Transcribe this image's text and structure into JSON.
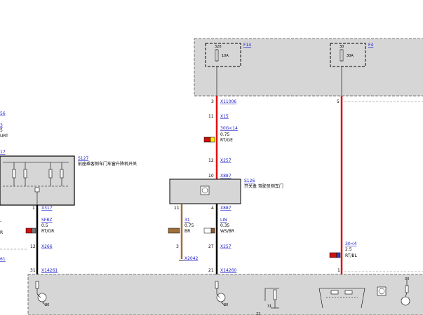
{
  "fuses": {
    "f14": {
      "link": "F14",
      "top": "320",
      "rating": "10A"
    },
    "f4": {
      "link": "F4",
      "top": "30",
      "rating": "30A"
    }
  },
  "left_edge": {
    "lbl_56": "56",
    "lbl_3": "3",
    "lbl_5": "5",
    "lbl_urt": "URT",
    "lbl_17": "17",
    "lbl_dash": "-",
    "lbl_r": "R",
    "lbl_61": "61"
  },
  "switch_s127": {
    "link": "S127",
    "desc": "前座乘客侧车门车窗升降机开关"
  },
  "switch_s126": {
    "link": "S126",
    "desc": "开关盒 驾驶员侧车门"
  },
  "wire_left": {
    "pin_top": "1",
    "conn_top": "X317",
    "signal": "SFBZ",
    "gauge": "0.5",
    "color": "RT/GR",
    "pin_mid": "12",
    "conn_mid": "X266",
    "pin_bot": "31",
    "conn_bot": "X14261"
  },
  "wire_center": {
    "pin_3": "3",
    "conn_11006": "X11006",
    "pin_11": "11",
    "conn_15": "X15",
    "signal": "30G<14",
    "gauge": "0.75",
    "color": "RT/GE",
    "pin_12": "12",
    "conn_257a": "X257",
    "pin_10": "10",
    "conn_887a": "X887"
  },
  "wire_brown": {
    "pin_11": "11",
    "signal": "31",
    "gauge": "0.75",
    "color": "BR",
    "pin_3": "3",
    "conn_2042": "X2042"
  },
  "wire_lin": {
    "pin_4": "4",
    "conn_887": "X887",
    "signal": "LIN",
    "gauge": "0.35",
    "color": "WS/BR",
    "pin_27": "27",
    "conn_257": "X257",
    "pin_21": "21",
    "conn_14260": "X14260"
  },
  "wire_right": {
    "pin_5": "5",
    "signal": "30<4",
    "gauge": "2.5",
    "color": "RT/BL",
    "pin_1": "1"
  },
  "bottom_module": {
    "lbl_30a": "30",
    "lbl_30b": "30",
    "lbl_31": "31",
    "lbl_30c": "30",
    "lbl_22": "22"
  }
}
